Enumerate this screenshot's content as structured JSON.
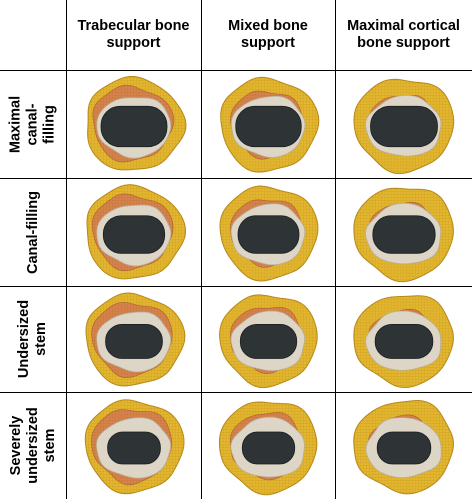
{
  "columns": [
    "Trabecular bone support",
    "Mixed bone support",
    "Maximal cortical bone support"
  ],
  "rows": [
    "Maximal canal-filling",
    "Canal-filling",
    "Undersized stem",
    "Severely undersized stem"
  ],
  "colors": {
    "cortical_bone": "#e3b62e",
    "cortical_edge": "#b8891a",
    "trabecular_bone": "#d6834b",
    "cement": "#ddd5c6",
    "stem": "#2e3336"
  },
  "stem_size": [
    1.0,
    0.93,
    0.86,
    0.8
  ],
  "trabecular_extent": [
    1.0,
    0.75,
    0.5
  ]
}
